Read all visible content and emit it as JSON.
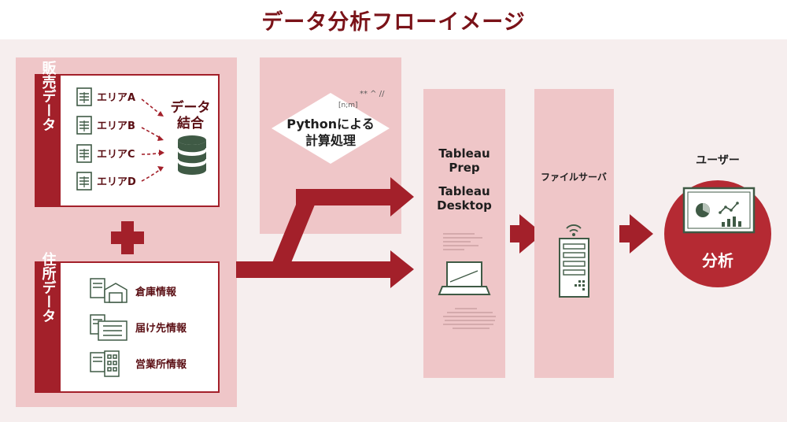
{
  "title": "データ分析フローイメージ",
  "sales": {
    "label": "販売データ",
    "areas": [
      "エリアA",
      "エリアB",
      "エリアC",
      "エリアD"
    ],
    "merge_label_line1": "データ",
    "merge_label_line2": "結合"
  },
  "address": {
    "label": "住所データ",
    "items": [
      "倉庫情報",
      "届け先情報",
      "営業所情報"
    ]
  },
  "python": {
    "line1": "Pythonによる",
    "line2": "計算処理",
    "code_glyphs": "[n;m]",
    "symbols": "** ^ //"
  },
  "tableau": {
    "prep_line1": "Tableau",
    "prep_line2": "Prep",
    "desktop_line1": "Tableau",
    "desktop_line2": "Desktop"
  },
  "fileserver": {
    "label": "ファイルサーバ"
  },
  "user": {
    "label": "ユーザー",
    "analysis": "分析"
  },
  "colors": {
    "accent": "#a3202a",
    "title": "#7a1218",
    "panel": "#efc6c8",
    "band": "#f6eeee",
    "text_dark": "#5a0e13",
    "icon": "#3f5a45",
    "circle": "#b52a33"
  },
  "icons": [
    "spreadsheet-icon",
    "database-icon",
    "plus-icon",
    "building-icon",
    "laptop-icon",
    "server-icon",
    "wifi-icon",
    "monitor-chart-icon",
    "arrow-icon"
  ]
}
